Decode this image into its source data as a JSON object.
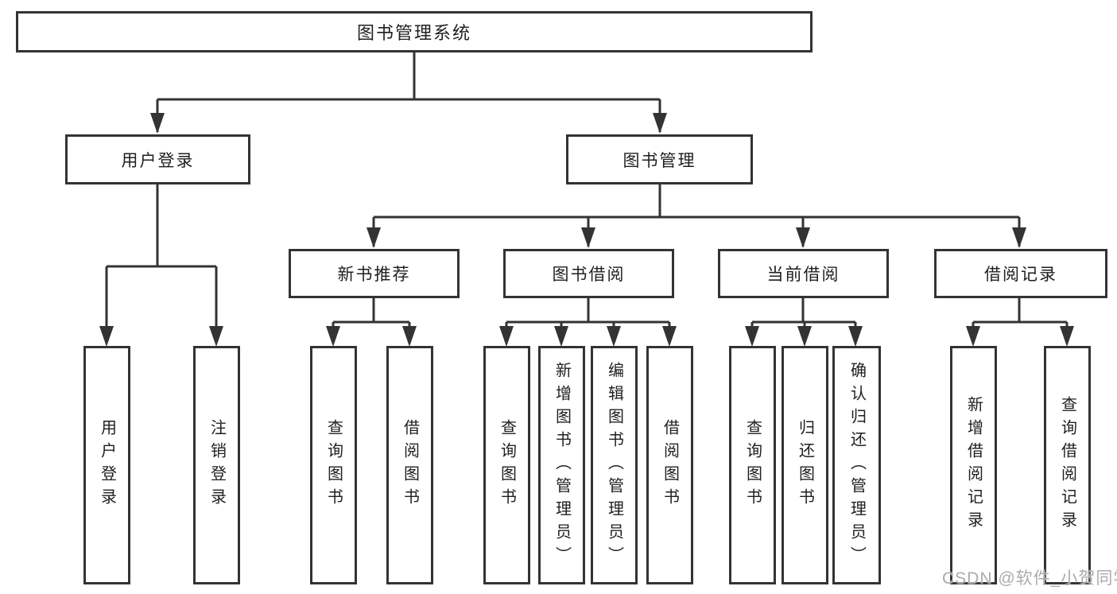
{
  "diagram": {
    "root": {
      "label": "图书管理系统"
    },
    "level2": [
      {
        "label": "用户登录"
      },
      {
        "label": "图书管理"
      }
    ],
    "level3": [
      {
        "label": "新书推荐"
      },
      {
        "label": "图书借阅"
      },
      {
        "label": "当前借阅"
      },
      {
        "label": "借阅记录"
      }
    ],
    "leaves": [
      {
        "label": "用户登录"
      },
      {
        "label": "注销登录"
      },
      {
        "label": "查询图书"
      },
      {
        "label": "借阅图书"
      },
      {
        "label": "查询图书"
      },
      {
        "label": "新增图书（管理员）"
      },
      {
        "label": "编辑图书（管理员）"
      },
      {
        "label": "借阅图书"
      },
      {
        "label": "查询图书"
      },
      {
        "label": "归还图书"
      },
      {
        "label": "确认归还（管理员）"
      },
      {
        "label": "新增借阅记录"
      },
      {
        "label": "查询借阅记录"
      }
    ]
  },
  "watermark": {
    "text": "CSDN @软件_小贺同学"
  },
  "colors": {
    "line": "#333333",
    "border": "#333333",
    "text": "#1f1f1f",
    "watermark": "#ababab",
    "background": "#ffffff"
  }
}
